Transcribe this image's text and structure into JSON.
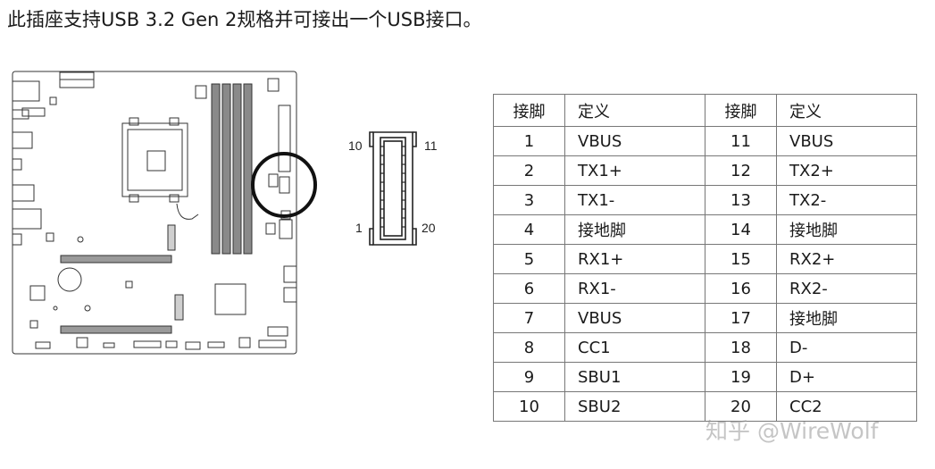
{
  "intro_text": "此插座支持USB 3.2 Gen 2规格并可接出一个USB接口。",
  "connector_labels": {
    "top_left": "10",
    "top_right": "11",
    "bottom_left": "1",
    "bottom_right": "20"
  },
  "table": {
    "headers": [
      "接脚",
      "定义",
      "接脚",
      "定义"
    ],
    "rows": [
      [
        "1",
        "VBUS",
        "11",
        "VBUS"
      ],
      [
        "2",
        "TX1+",
        "12",
        "TX2+"
      ],
      [
        "3",
        "TX1-",
        "13",
        "TX2-"
      ],
      [
        "4",
        "接地脚",
        "14",
        "接地脚"
      ],
      [
        "5",
        "RX1+",
        "15",
        "RX2+"
      ],
      [
        "6",
        "RX1-",
        "16",
        "RX2-"
      ],
      [
        "7",
        "VBUS",
        "17",
        "接地脚"
      ],
      [
        "8",
        "CC1",
        "18",
        "D-"
      ],
      [
        "9",
        "SBU1",
        "19",
        "D+"
      ],
      [
        "10",
        "SBU2",
        "20",
        "CC2"
      ]
    ]
  },
  "watermark": "知乎 @WireWolf"
}
